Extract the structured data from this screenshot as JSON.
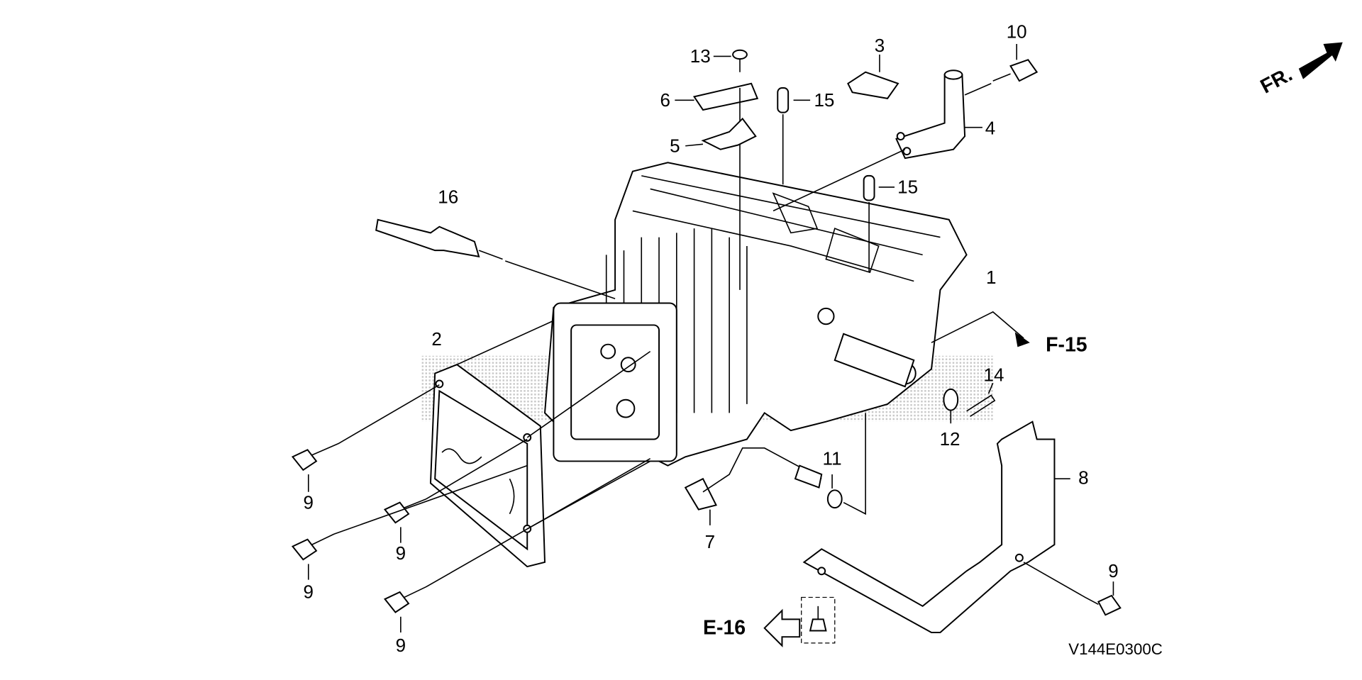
{
  "diagram": {
    "code": "V144E0300C",
    "direction_label": "FR.",
    "refs": {
      "f15": "F-15",
      "e16": "E-16"
    },
    "callouts": [
      "1",
      "2",
      "3",
      "4",
      "5",
      "6",
      "7",
      "8",
      "9",
      "9",
      "9",
      "9",
      "9",
      "10",
      "11",
      "12",
      "13",
      "14",
      "15",
      "15",
      "16"
    ]
  }
}
